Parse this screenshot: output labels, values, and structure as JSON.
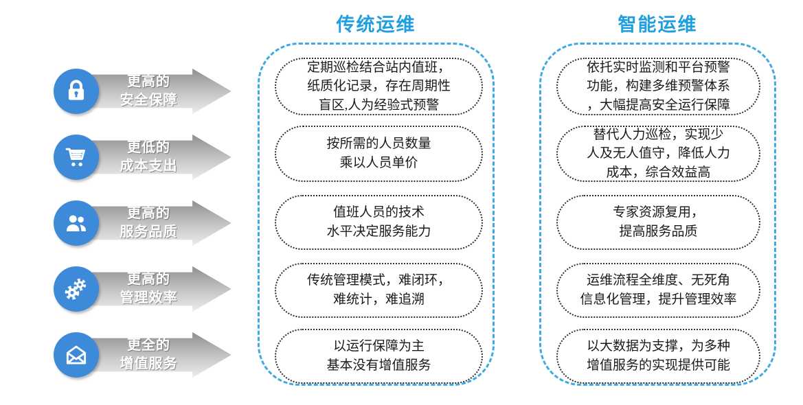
{
  "colors": {
    "title_blue": "#1f9fe0",
    "dash_border_blue": "#3fa9e1",
    "icon_circle_blue": "#3d8bd8",
    "arrow_gray_top": "#8f8f8f",
    "arrow_gray_bottom": "#ececec",
    "bubble_border": "#2a2a2a"
  },
  "categories": [
    {
      "icon": "lock-icon",
      "line1": "更高的",
      "line2": "安全保障"
    },
    {
      "icon": "cart-icon",
      "line1": "更低的",
      "line2": "成本支出"
    },
    {
      "icon": "users-icon",
      "line1": "更高的",
      "line2": "服务品质"
    },
    {
      "icon": "gears-icon",
      "line1": "更高的",
      "line2": "管理效率"
    },
    {
      "icon": "envelope-icon",
      "line1": "更全的",
      "line2": "增值服务"
    }
  ],
  "columns": {
    "traditional": {
      "title": "传统运维",
      "items": [
        "定期巡检结合站内值班，\n纸质化记录，存在周期性\n盲区,人为经验式预警",
        "按所需的人员数量\n乘以人员单价",
        "值班人员的技术\n水平决定服务能力",
        "传统管理模式，难闭环，\n难统计，难追溯",
        "以运行保障为主\n基本没有增值服务"
      ]
    },
    "intelligent": {
      "title": "智能运维",
      "items": [
        "依托实时监测和平台预警\n功能，构建多维预警体系\n，大幅提高安全运行保障",
        "替代人力巡检，实现少\n人及无人值守，降低人力\n成本，综合效益高",
        "专家资源复用，\n提高服务品质",
        "运维流程全维度、无死角\n信息化管理，提升管理效率",
        "以大数据为支撑，为多种\n增值服务的实现提供可能"
      ]
    }
  }
}
